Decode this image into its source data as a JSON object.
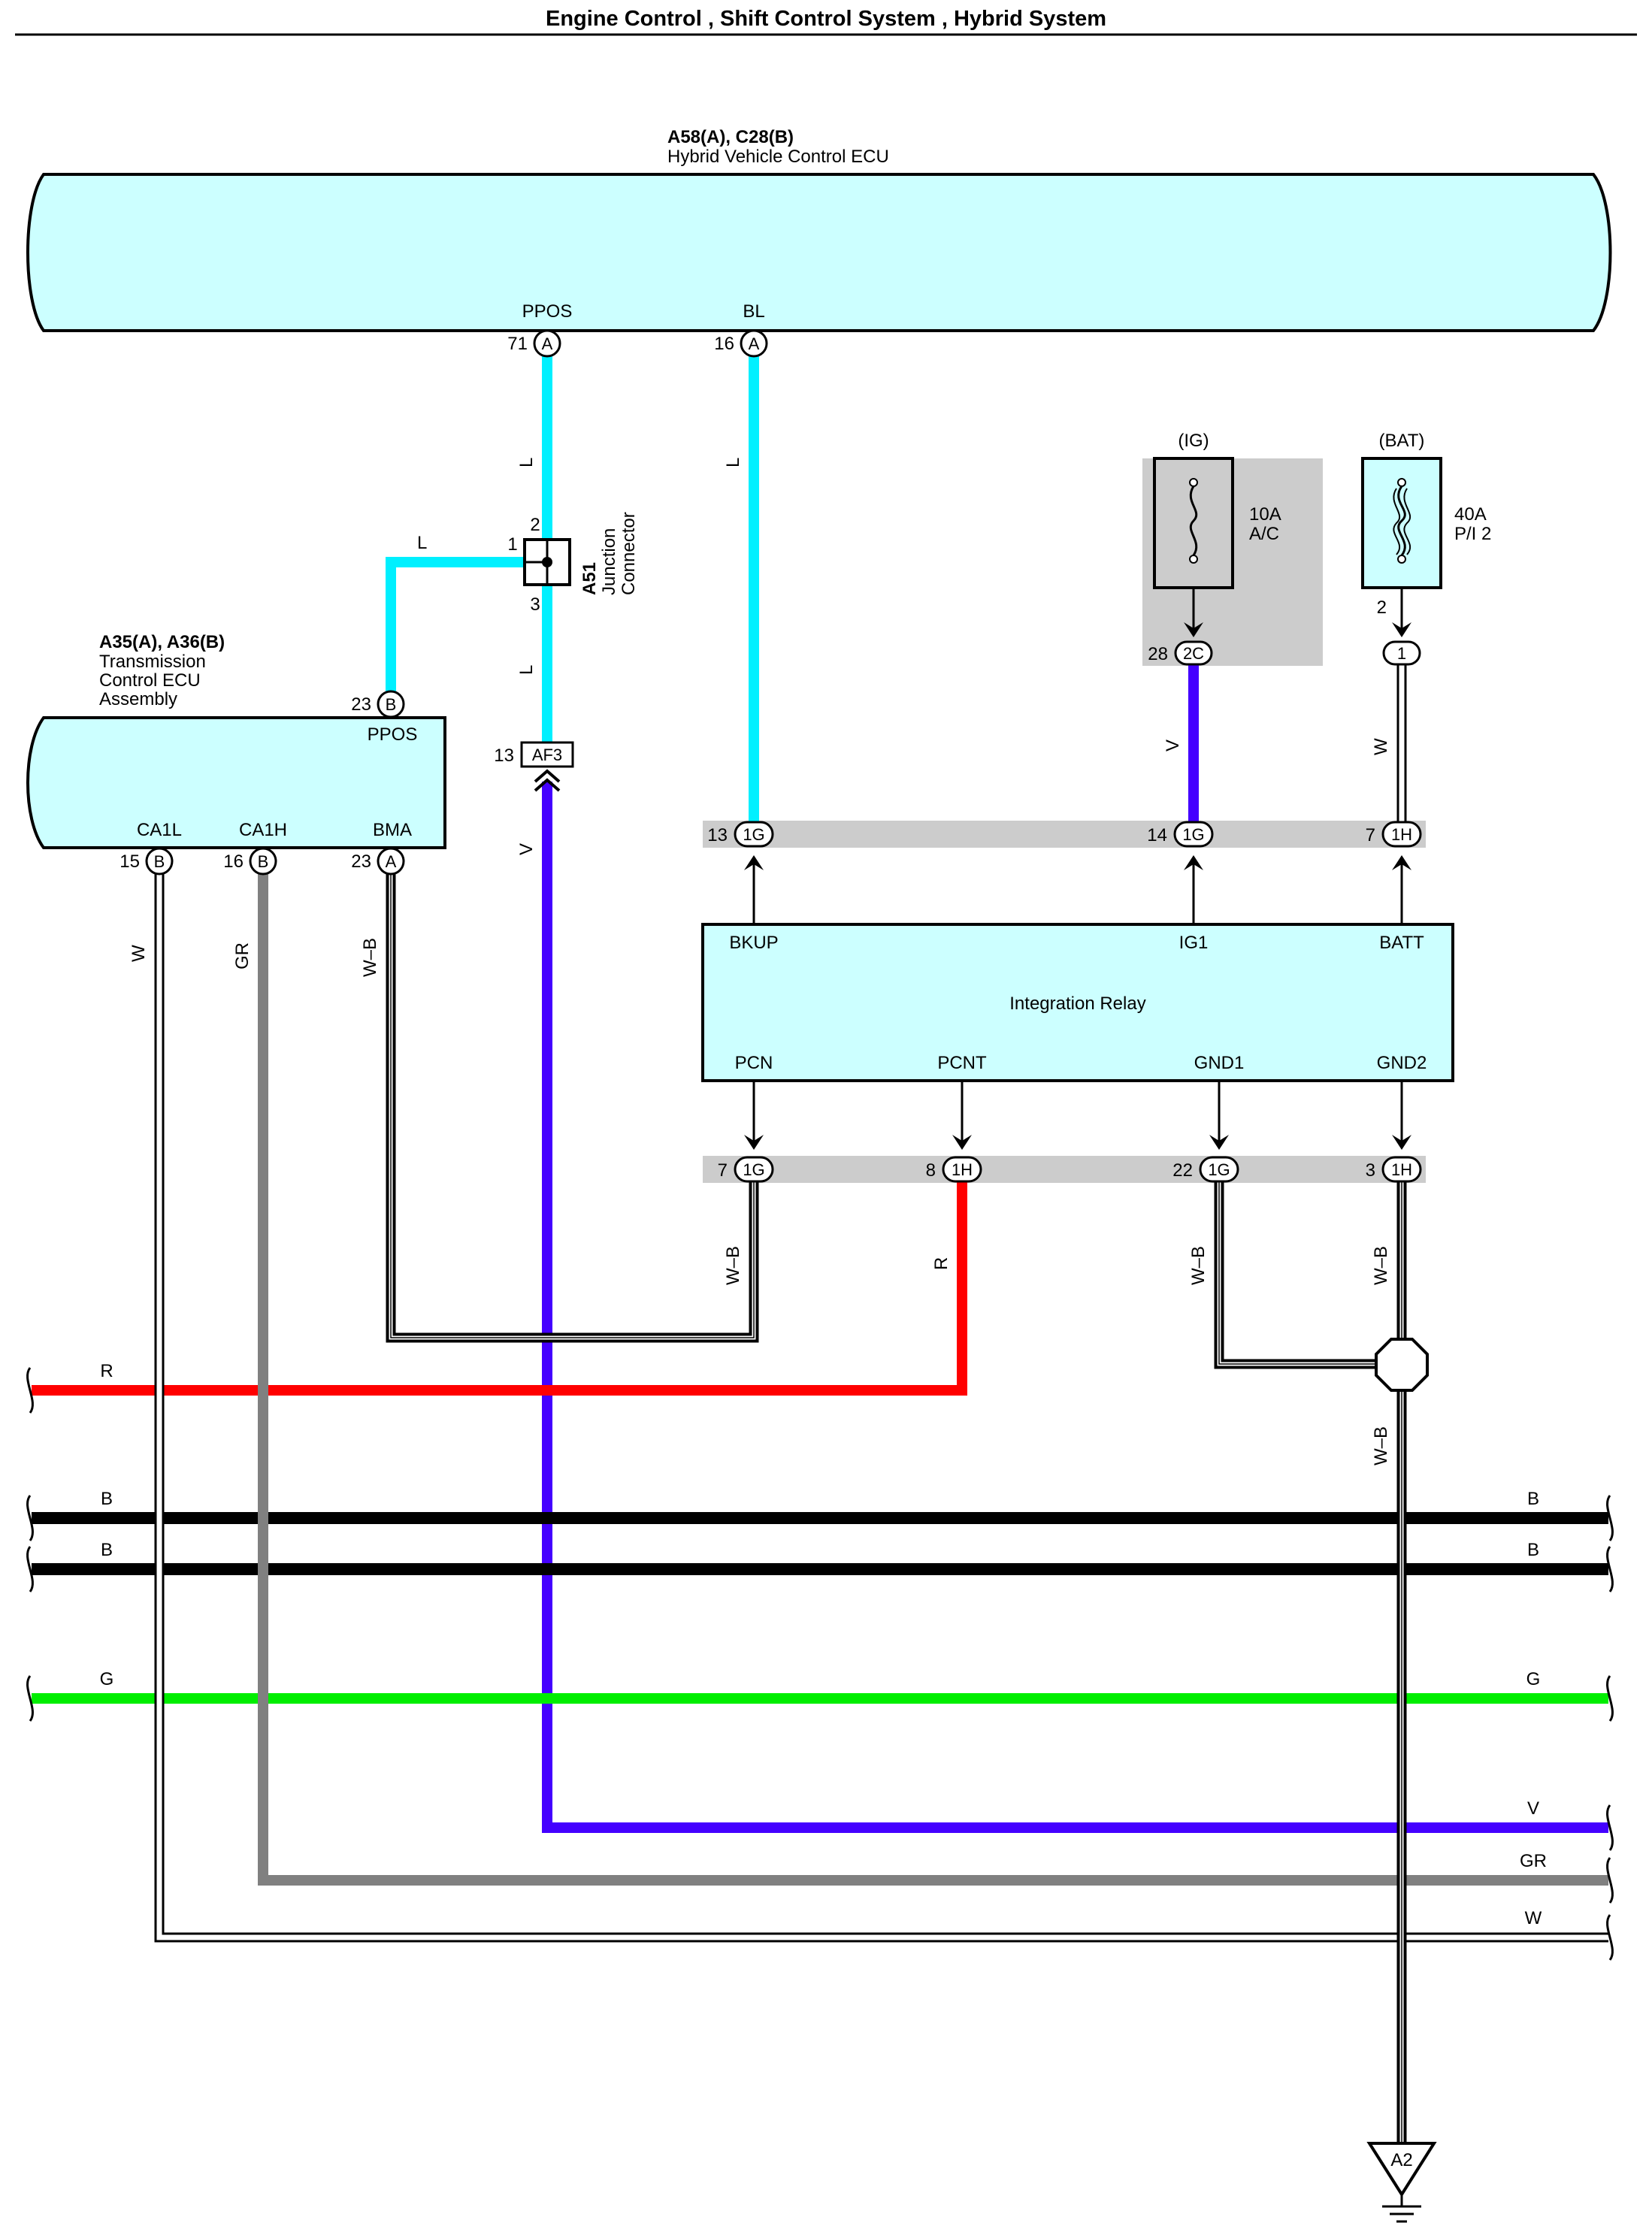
{
  "title": "Engine Control , Shift Control System , Hybrid System",
  "hv_ecu": {
    "code": "A58(A), C28(B)",
    "name": "Hybrid Vehicle Control ECU",
    "pin_ppos": "PPOS",
    "pin_bl": "BL",
    "num_ppos": "71",
    "num_bl": "16",
    "conn": "A"
  },
  "tcm": {
    "code": "A35(A), A36(B)",
    "name1": "Transmission",
    "name2": "Control ECU",
    "name3": "Assembly",
    "pin_ppos": "PPOS",
    "num_ppos": "23",
    "conn_ppos": "B",
    "pin_ca1l": "CA1L",
    "pin_ca1h": "CA1H",
    "pin_bma": "BMA",
    "num_ca1l": "15",
    "num_ca1h": "16",
    "num_bma": "23",
    "conn_ca1l": "B",
    "conn_ca1h": "B",
    "conn_bma": "A"
  },
  "junction": {
    "code": "A51",
    "name1": "Junction",
    "name2": "Connector",
    "pin1": "1",
    "pin2": "2",
    "pin3": "3"
  },
  "af3": {
    "label": "AF3",
    "num": "13"
  },
  "fuse_ig": {
    "source": "(IG)",
    "rating": "10A",
    "name": "A/C",
    "num": "28",
    "conn": "2C"
  },
  "fuse_bat": {
    "source": "(BAT)",
    "rating": "40A",
    "name": "P/I 2",
    "num": "2",
    "conn": "1"
  },
  "relay": {
    "name": "Integration Relay",
    "bkup": "BKUP",
    "ig1": "IG1",
    "batt": "BATT",
    "pcn": "PCN",
    "pcnt": "PCNT",
    "gnd1": "GND1",
    "gnd2": "GND2"
  },
  "top_conns": [
    {
      "num": "13",
      "code": "1G"
    },
    {
      "num": "14",
      "code": "1G"
    },
    {
      "num": "7",
      "code": "1H"
    }
  ],
  "bottom_conns": [
    {
      "num": "7",
      "code": "1G"
    },
    {
      "num": "8",
      "code": "1H"
    },
    {
      "num": "22",
      "code": "1G"
    },
    {
      "num": "3",
      "code": "1H"
    }
  ],
  "wire_labels": {
    "l": "L",
    "v": "V",
    "w": "W",
    "gr": "GR",
    "wb": "W–B",
    "r": "R",
    "b": "B",
    "g": "G"
  },
  "ground": "A2",
  "colors": {
    "L": "#00f0ff",
    "V": "#4400ff",
    "R": "#ff0000",
    "B": "#000000",
    "G": "#00ee00",
    "GR": "#808080",
    "ecu_fill": "#ccffff",
    "gray_band": "#cccccc"
  }
}
